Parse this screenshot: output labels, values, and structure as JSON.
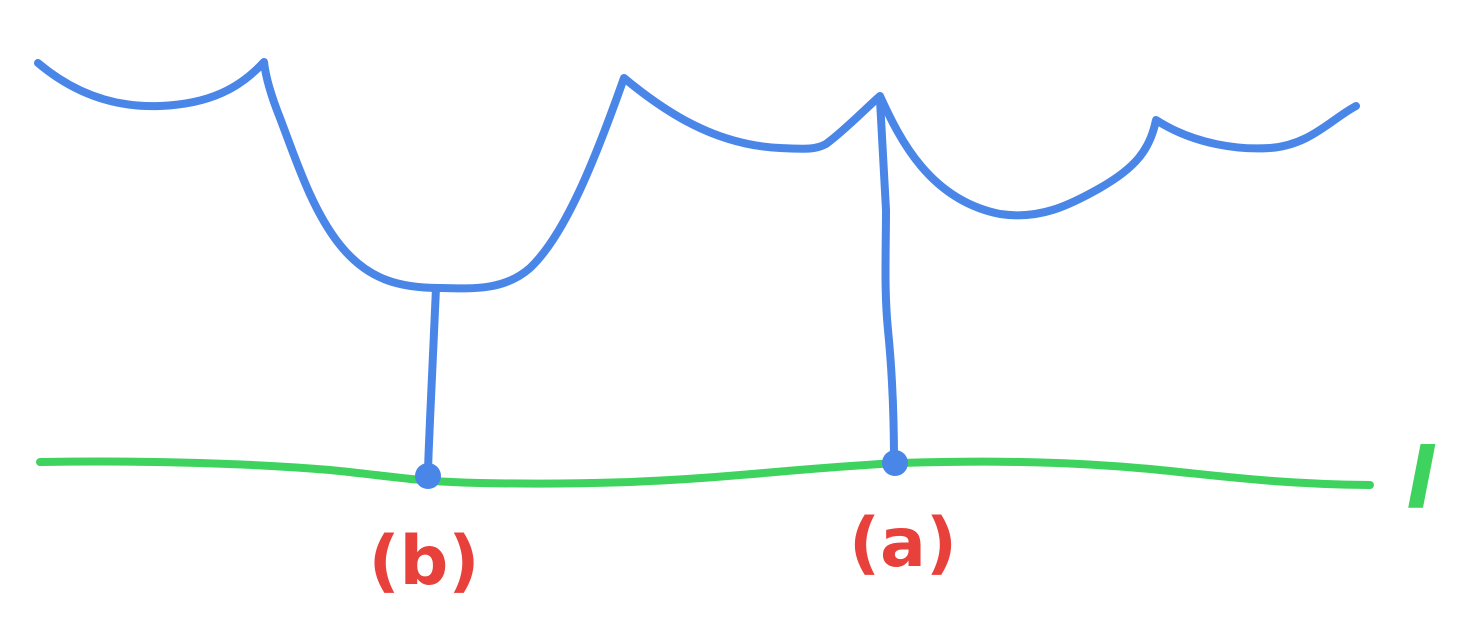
{
  "labels": {
    "point_a": "(a)",
    "point_b": "(b)",
    "line": "l"
  },
  "colors": {
    "curve": "#4a86e8",
    "line": "#3dd35e",
    "label": "#e8413c",
    "background": "#ffffff"
  }
}
